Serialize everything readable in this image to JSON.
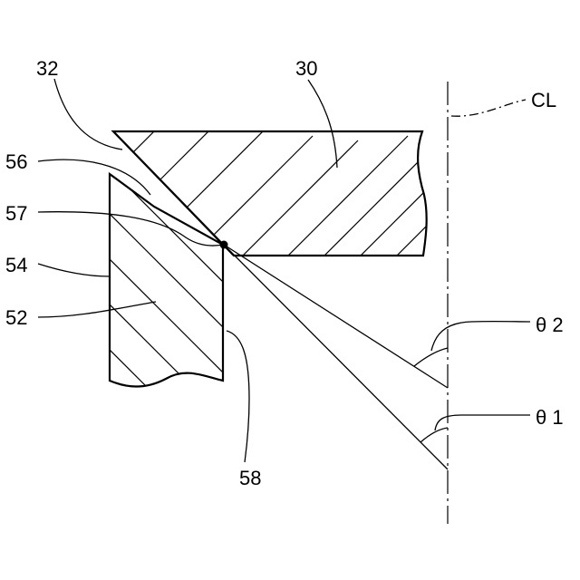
{
  "labels": {
    "part_30": "30",
    "part_32": "32",
    "part_52": "52",
    "part_54": "54",
    "part_56": "56",
    "part_57": "57",
    "part_58": "58",
    "centerline": "CL",
    "angle_theta1": "θ 1",
    "angle_theta2": "θ 2"
  }
}
